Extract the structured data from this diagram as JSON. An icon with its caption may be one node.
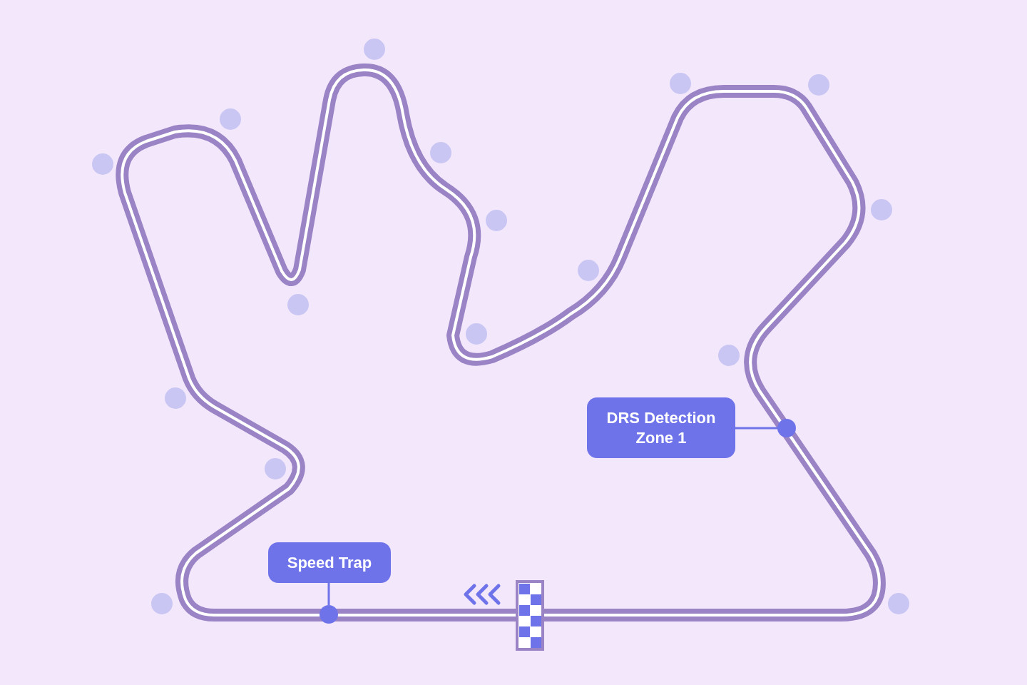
{
  "diagram": {
    "nodes": [
      {
        "text": [
          "DRS Detection Zone 1"
        ]
      },
      {
        "text": [],
        "shape": "circle"
      },
      {
        "text": [
          "Speed Trap"
        ]
      },
      {
        "text": [],
        "shape": "circle"
      }
    ],
    "edges": [
      {
        "from": 0,
        "to": 1,
        "arrow": "none"
      },
      {
        "from": 2,
        "to": 3,
        "arrow": "none"
      }
    ]
  }
}
